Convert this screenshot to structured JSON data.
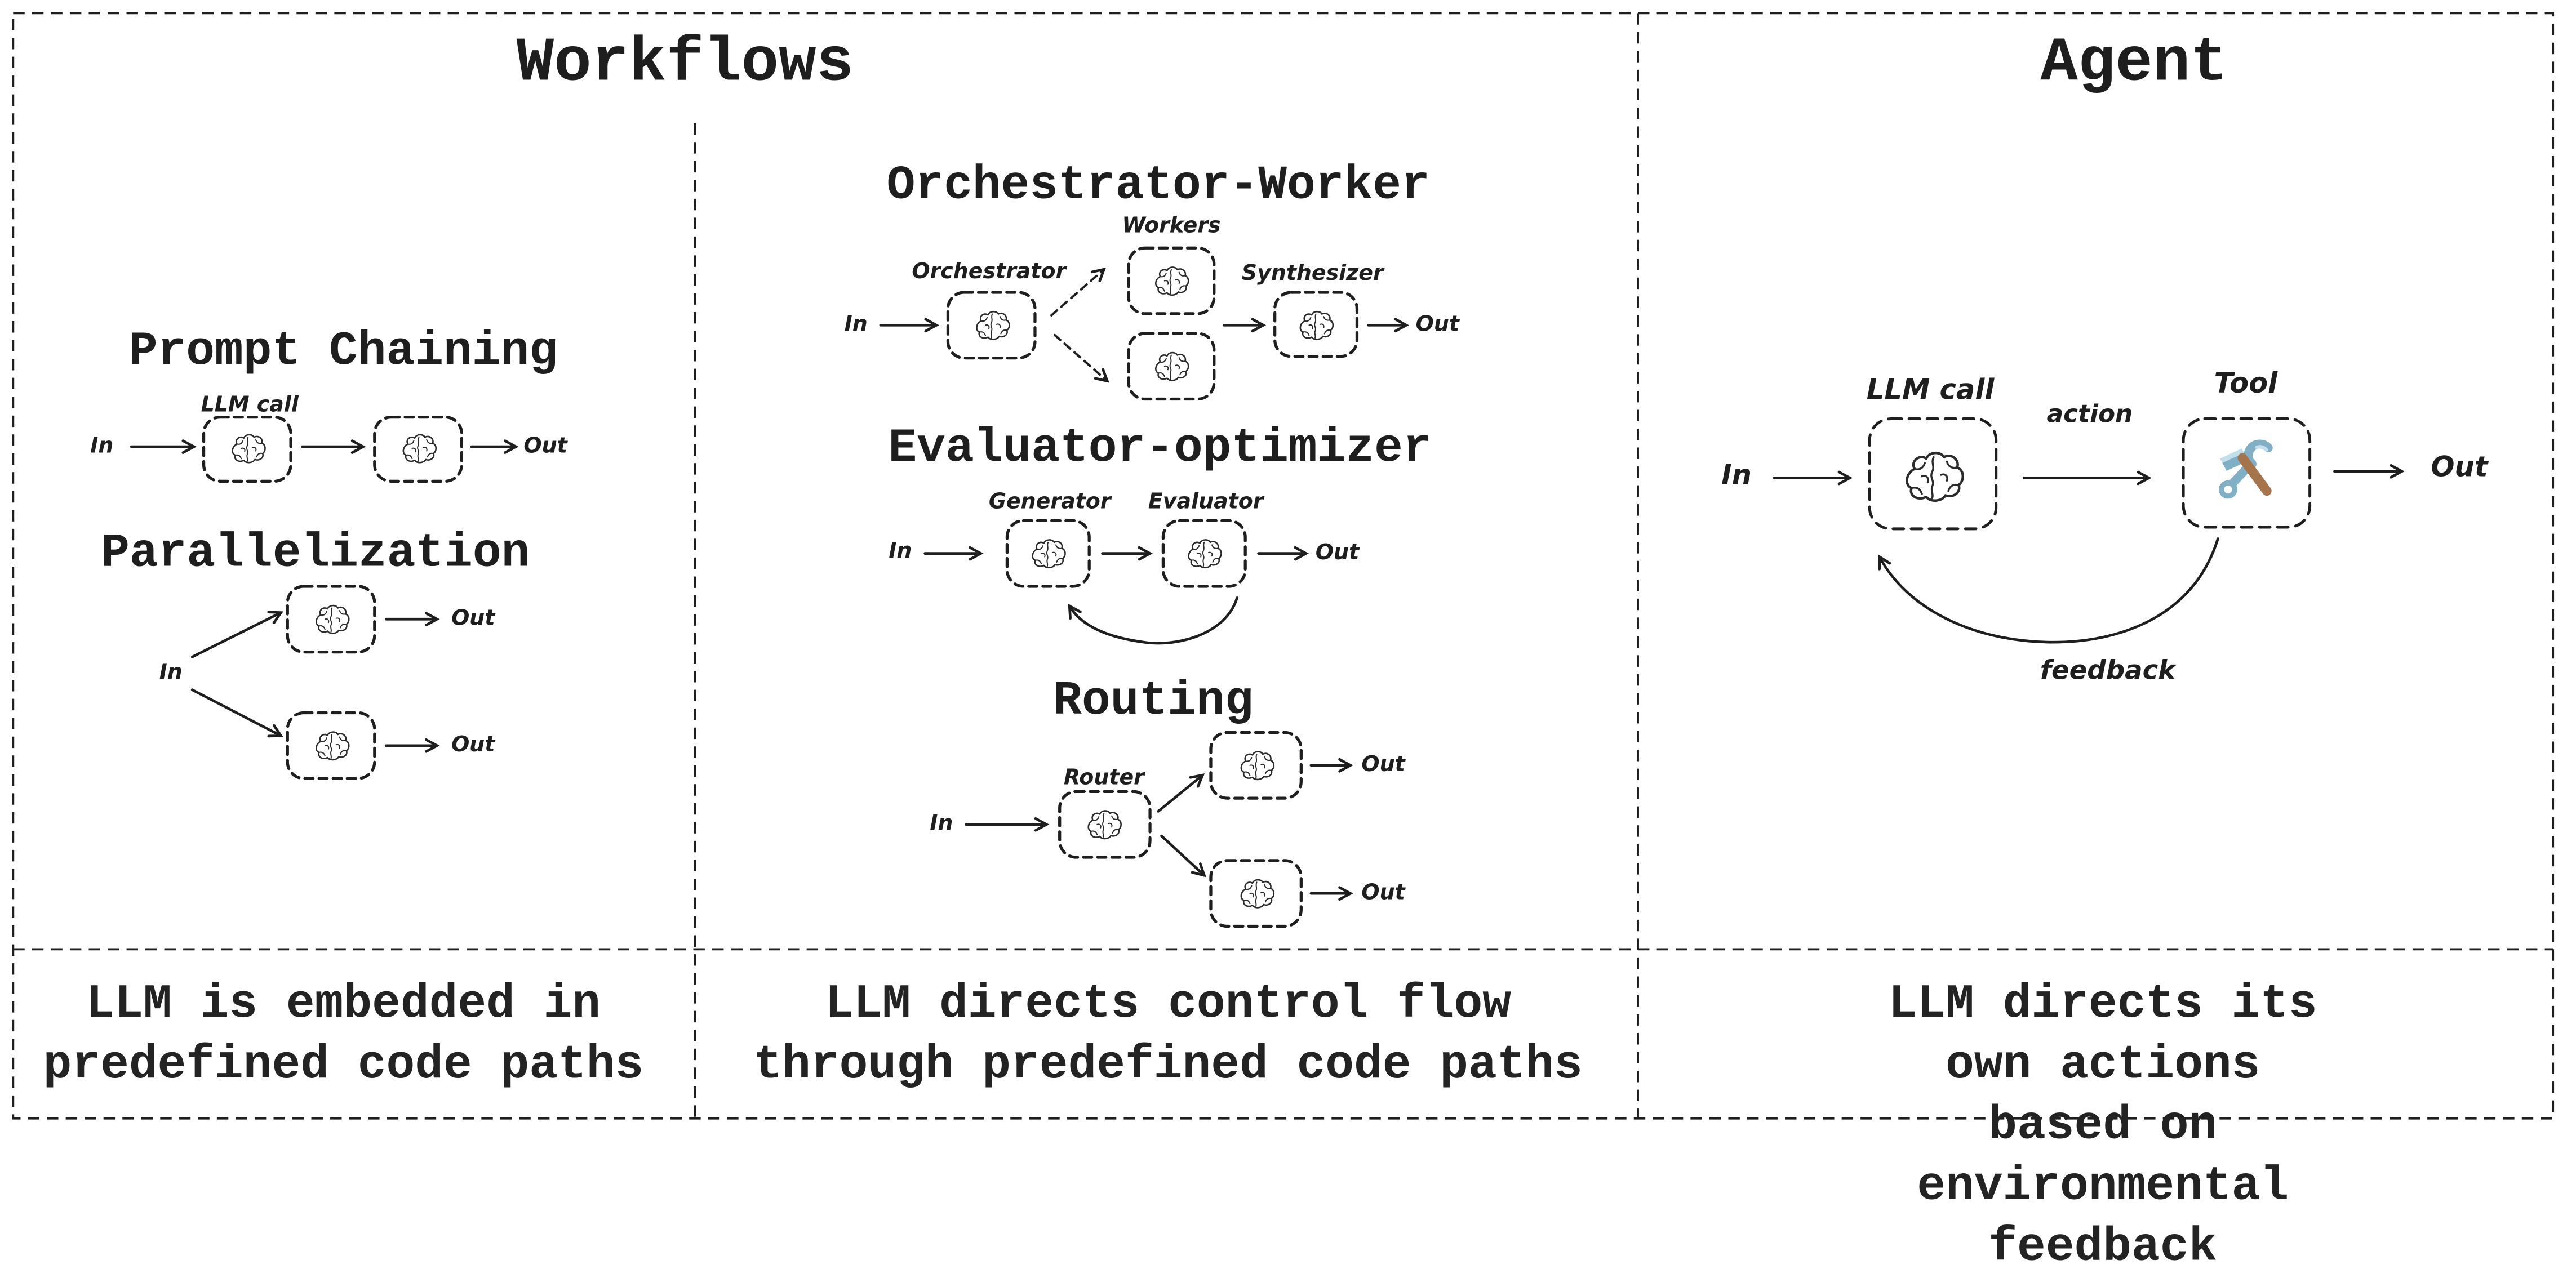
{
  "header": {
    "workflows_title": "Workflows",
    "agent_title": "Agent"
  },
  "colors": {
    "ink": "#1e1e1e",
    "tool_blue": "#7fb0c6",
    "tool_blue_light": "#c2e0ec",
    "hammer_handle_brown": "#a5744a"
  },
  "icons": {
    "brain": "brain-icon",
    "tool": "hammer-and-wrench-icon"
  },
  "sections": {
    "prompt_chaining": {
      "heading": "Prompt Chaining",
      "llm_call_label": "LLM call",
      "in_label": "In",
      "out_label": "Out"
    },
    "parallelization": {
      "heading": "Parallelization",
      "in_label": "In",
      "out_top_label": "Out",
      "out_bottom_label": "Out"
    },
    "orchestrator_worker": {
      "heading": "Orchestrator-Worker",
      "workers_label": "Workers",
      "orchestrator_label": "Orchestrator",
      "synthesizer_label": "Synthesizer",
      "in_label": "In",
      "out_label": "Out"
    },
    "evaluator_optimizer": {
      "heading": "Evaluator-optimizer",
      "generator_label": "Generator",
      "evaluator_label": "Evaluator",
      "in_label": "In",
      "out_label": "Out"
    },
    "routing": {
      "heading": "Routing",
      "router_label": "Router",
      "in_label": "In",
      "out_top_label": "Out",
      "out_bottom_label": "Out"
    },
    "agent": {
      "llm_call_label": "LLM call",
      "tool_label": "Tool",
      "action_label": "action",
      "feedback_label": "feedback",
      "in_label": "In",
      "out_label": "Out"
    }
  },
  "captions": {
    "workflows_col1": "LLM is embedded in\npredefined code paths",
    "workflows_col2": "LLM directs control flow\nthrough predefined code paths",
    "agent": "LLM directs its own actions\nbased on environmental feedback"
  }
}
